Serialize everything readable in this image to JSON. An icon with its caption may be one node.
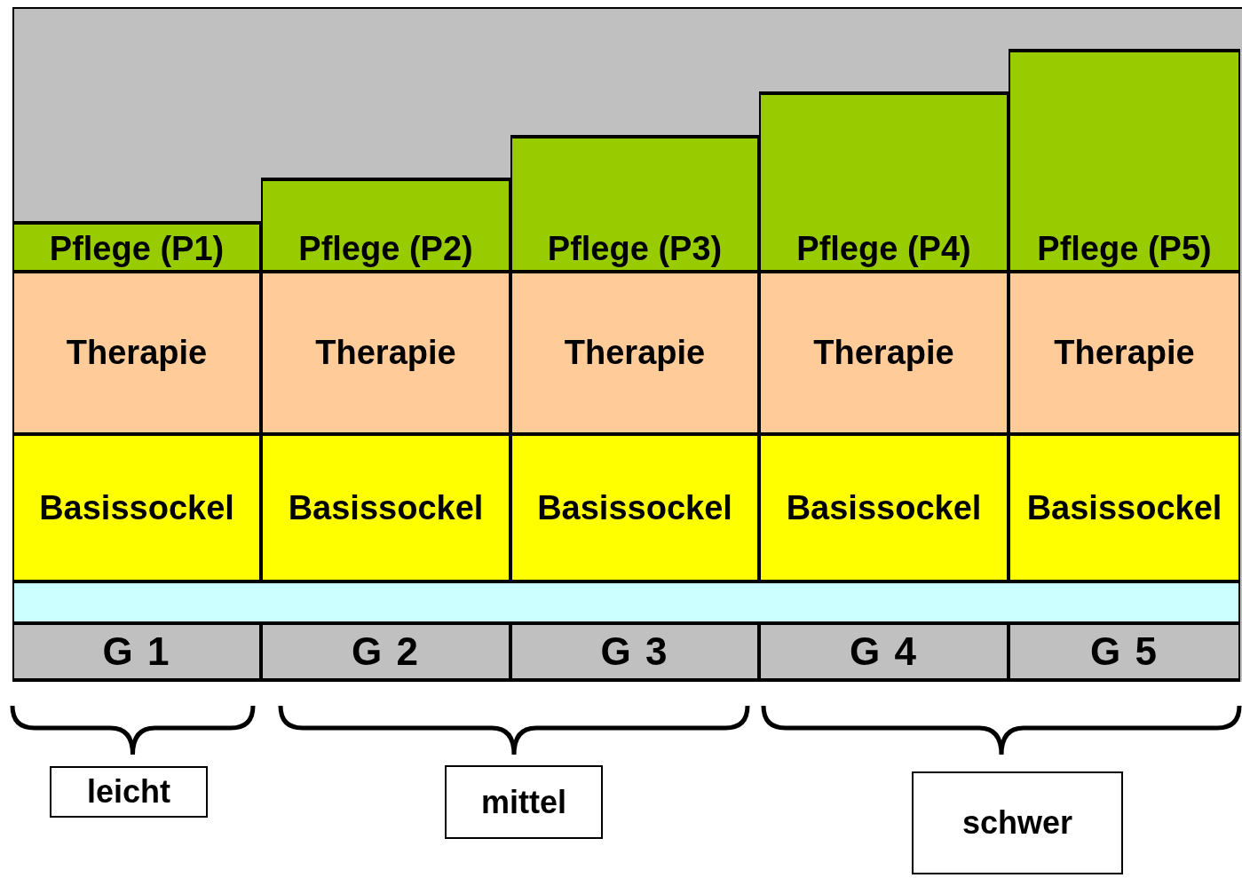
{
  "diagram": {
    "nodes": [
      {
        "text": [
          "Pflege (P1)"
        ]
      },
      {
        "text": [
          "Pflege (P2)"
        ]
      },
      {
        "text": [
          "Pflege (P3)"
        ]
      },
      {
        "text": [
          "Pflege (P4)"
        ]
      },
      {
        "text": [
          "Pflege (P5)"
        ]
      },
      {
        "text": [
          "Therapie"
        ]
      },
      {
        "text": [
          "Therapie"
        ]
      },
      {
        "text": [
          "Therapie"
        ]
      },
      {
        "text": [
          "Therapie"
        ]
      },
      {
        "text": [
          "Therapie"
        ]
      },
      {
        "text": [
          "Basissockel"
        ]
      },
      {
        "text": [
          "Basissockel"
        ]
      },
      {
        "text": [
          "Basissockel"
        ]
      },
      {
        "text": [
          "Basissockel"
        ]
      },
      {
        "text": [
          "Basissockel"
        ]
      },
      {
        "text": [],
        "shape": "bar"
      },
      {
        "text": [
          "G 1"
        ]
      },
      {
        "text": [
          "G 2"
        ]
      },
      {
        "text": [
          "G 3"
        ]
      },
      {
        "text": [
          "G 4"
        ]
      },
      {
        "text": [
          "G 5"
        ]
      },
      {
        "text": [
          "leicht"
        ]
      },
      {
        "text": [
          "mittel"
        ]
      },
      {
        "text": [
          "schwer"
        ]
      }
    ]
  }
}
